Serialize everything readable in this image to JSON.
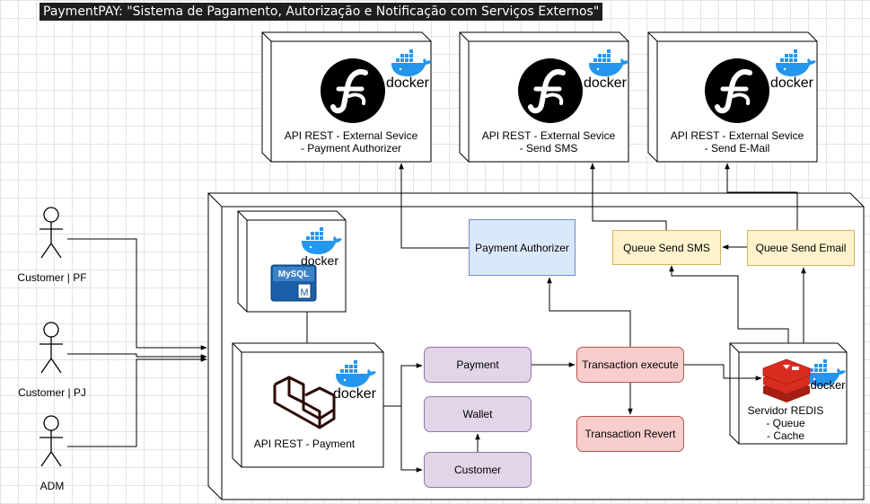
{
  "diagram": {
    "title": "PaymentPAY: \"Sistema de Pagamento, Autorização e Notificação com Serviços Externos\""
  },
  "actors": [
    {
      "label": "Customer | PF"
    },
    {
      "label": "Customer | PJ"
    },
    {
      "label": "ADM"
    }
  ],
  "external_services": [
    {
      "line1": "API REST -  External Sevice",
      "line2": "- Payment Authorizer"
    },
    {
      "line1": "API REST - External Sevice",
      "line2": "- Send SMS"
    },
    {
      "line1": "API REST - External Sevice",
      "line2": "- Send E-Mail"
    }
  ],
  "components": {
    "payment_authorizer": "Payment Authorizer",
    "queue_sms": "Queue Send SMS",
    "queue_email": "Queue Send Email",
    "payment": "Payment",
    "wallet": "Wallet",
    "customer": "Customer",
    "transaction_execute": "Transaction execute",
    "transaction_revert": "Transaction Revert",
    "api_payment": "API REST - Payment",
    "redis": {
      "line1": "Servidor REDIS",
      "line2": "- Queue",
      "line3": "- Cache"
    }
  },
  "logos": {
    "docker": "docker",
    "mysql": "MySQL",
    "mysql_badge": "M"
  },
  "colors": {
    "purple_fill": "#e1d5e7",
    "red_fill": "#f8cecc",
    "yellow_fill": "#fff2cc",
    "blue_fill": "#dae8fc",
    "docker_blue": "#2496ed",
    "redis_red": "#d82c20",
    "laravel_red": "#2b0a05"
  }
}
